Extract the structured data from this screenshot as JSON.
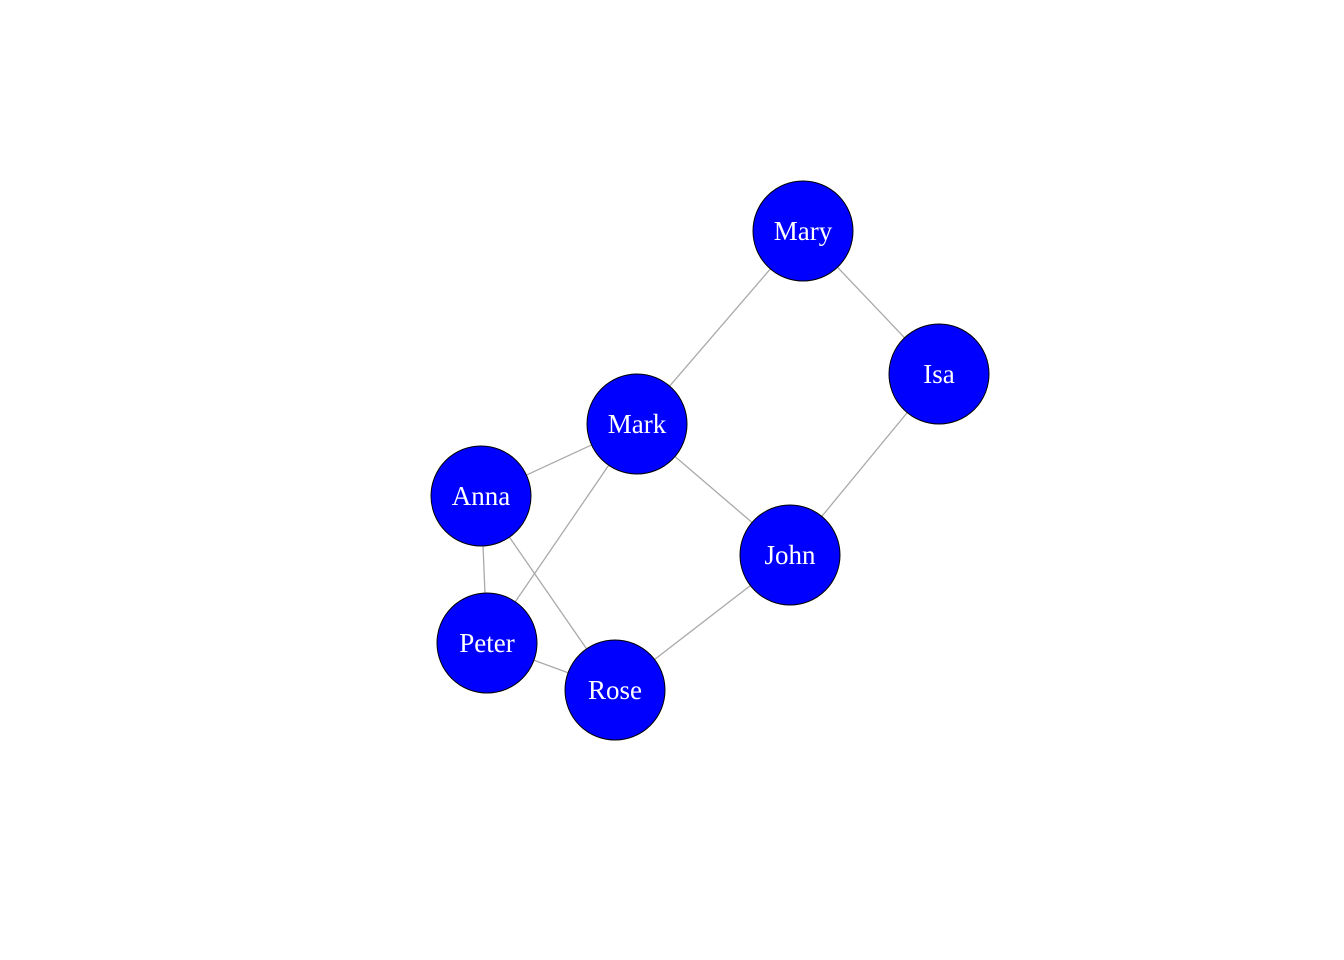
{
  "graph": {
    "node_fill": "#0000ff",
    "node_stroke": "#000000",
    "label_color": "#ffffff",
    "edge_color": "#a9a9a9",
    "nodes": [
      {
        "id": "mary",
        "label": "Mary"
      },
      {
        "id": "isa",
        "label": "Isa"
      },
      {
        "id": "mark",
        "label": "Mark"
      },
      {
        "id": "anna",
        "label": "Anna"
      },
      {
        "id": "john",
        "label": "John"
      },
      {
        "id": "peter",
        "label": "Peter"
      },
      {
        "id": "rose",
        "label": "Rose"
      }
    ],
    "edges": [
      {
        "source": "mary",
        "target": "isa"
      },
      {
        "source": "mary",
        "target": "mark"
      },
      {
        "source": "isa",
        "target": "john"
      },
      {
        "source": "mark",
        "target": "anna"
      },
      {
        "source": "mark",
        "target": "john"
      },
      {
        "source": "mark",
        "target": "peter"
      },
      {
        "source": "anna",
        "target": "peter"
      },
      {
        "source": "anna",
        "target": "rose"
      },
      {
        "source": "peter",
        "target": "rose"
      },
      {
        "source": "john",
        "target": "rose"
      }
    ]
  }
}
